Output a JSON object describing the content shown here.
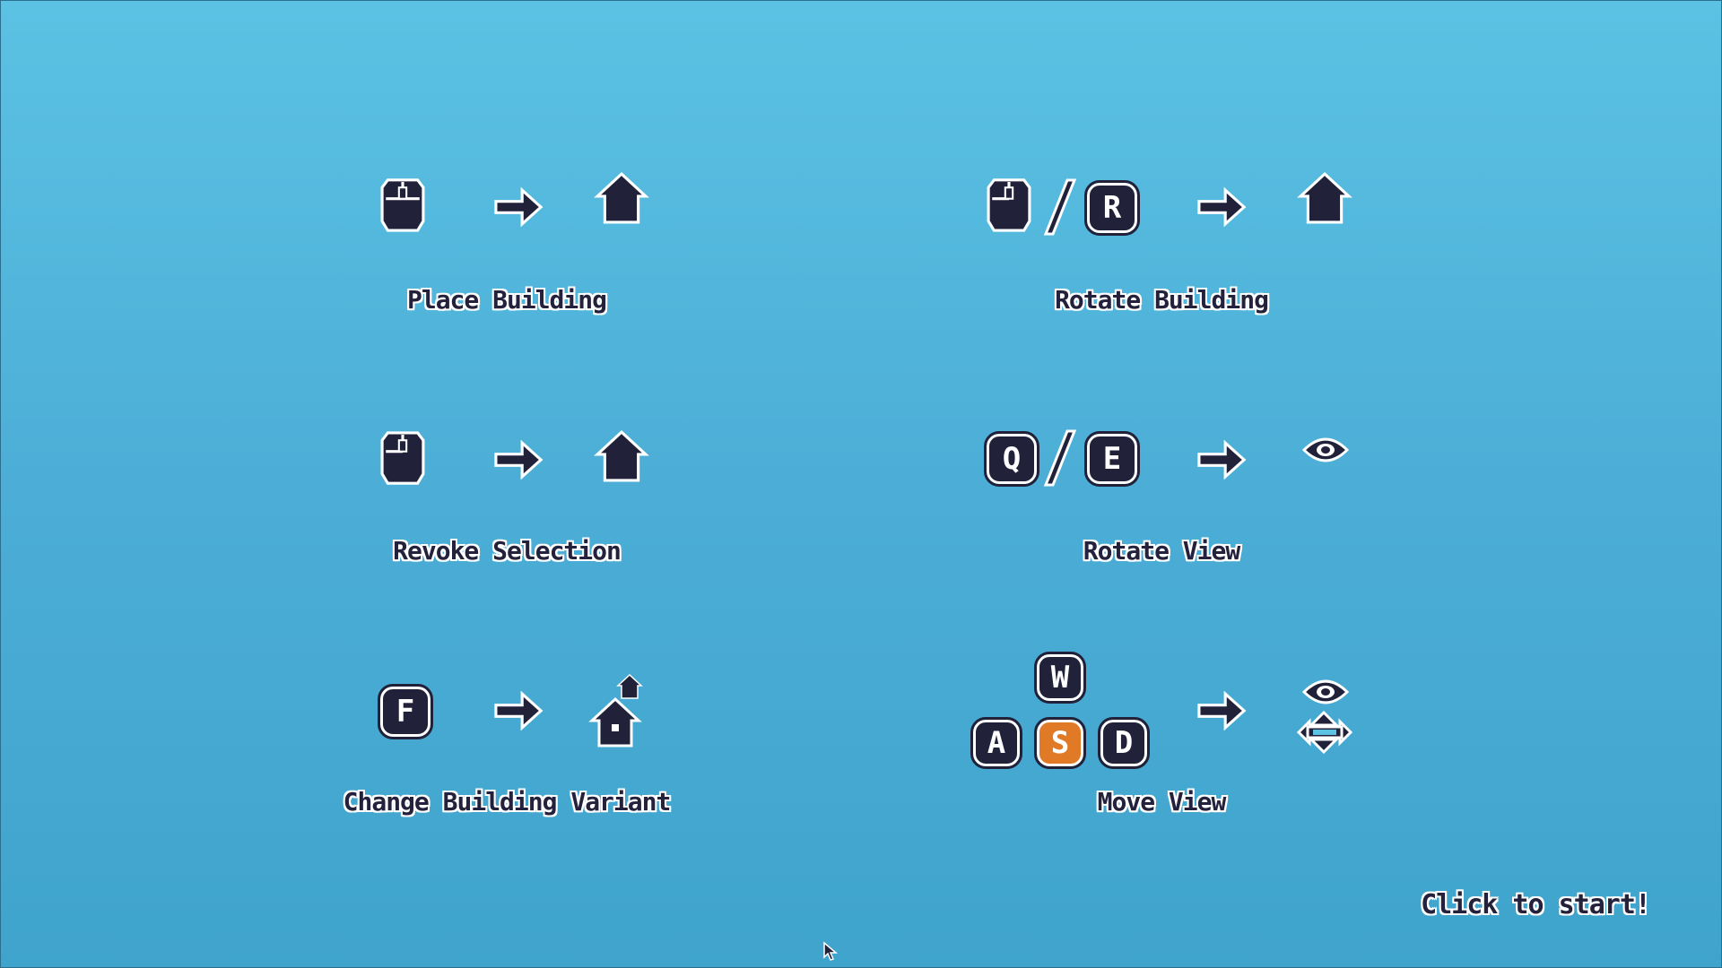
{
  "controls": {
    "place_building": {
      "label": "Place Building",
      "input": "mouse-left",
      "result": "building"
    },
    "rotate_building": {
      "label": "Rotate Building",
      "input": "mouse-right",
      "key": "R",
      "result": "building"
    },
    "revoke_selection": {
      "label": "Revoke Selection",
      "input": "mouse-right",
      "result": "building"
    },
    "rotate_view": {
      "label": "Rotate View",
      "keys": [
        "Q",
        "E"
      ],
      "result": "eye"
    },
    "change_variant": {
      "label": "Change Building Variant",
      "key": "F",
      "result": "building-variant"
    },
    "move_view": {
      "label": "Move View",
      "keys": [
        "W",
        "A",
        "S",
        "D"
      ],
      "highlighted_key": "S",
      "result": "eye-move"
    }
  },
  "start_prompt": "Click to start!",
  "colors": {
    "icon": "#22213a",
    "outline": "#ffffff",
    "accent_key": "#e07a26",
    "background_top": "#5bc2e4",
    "background_bottom": "#3fa4cc"
  }
}
